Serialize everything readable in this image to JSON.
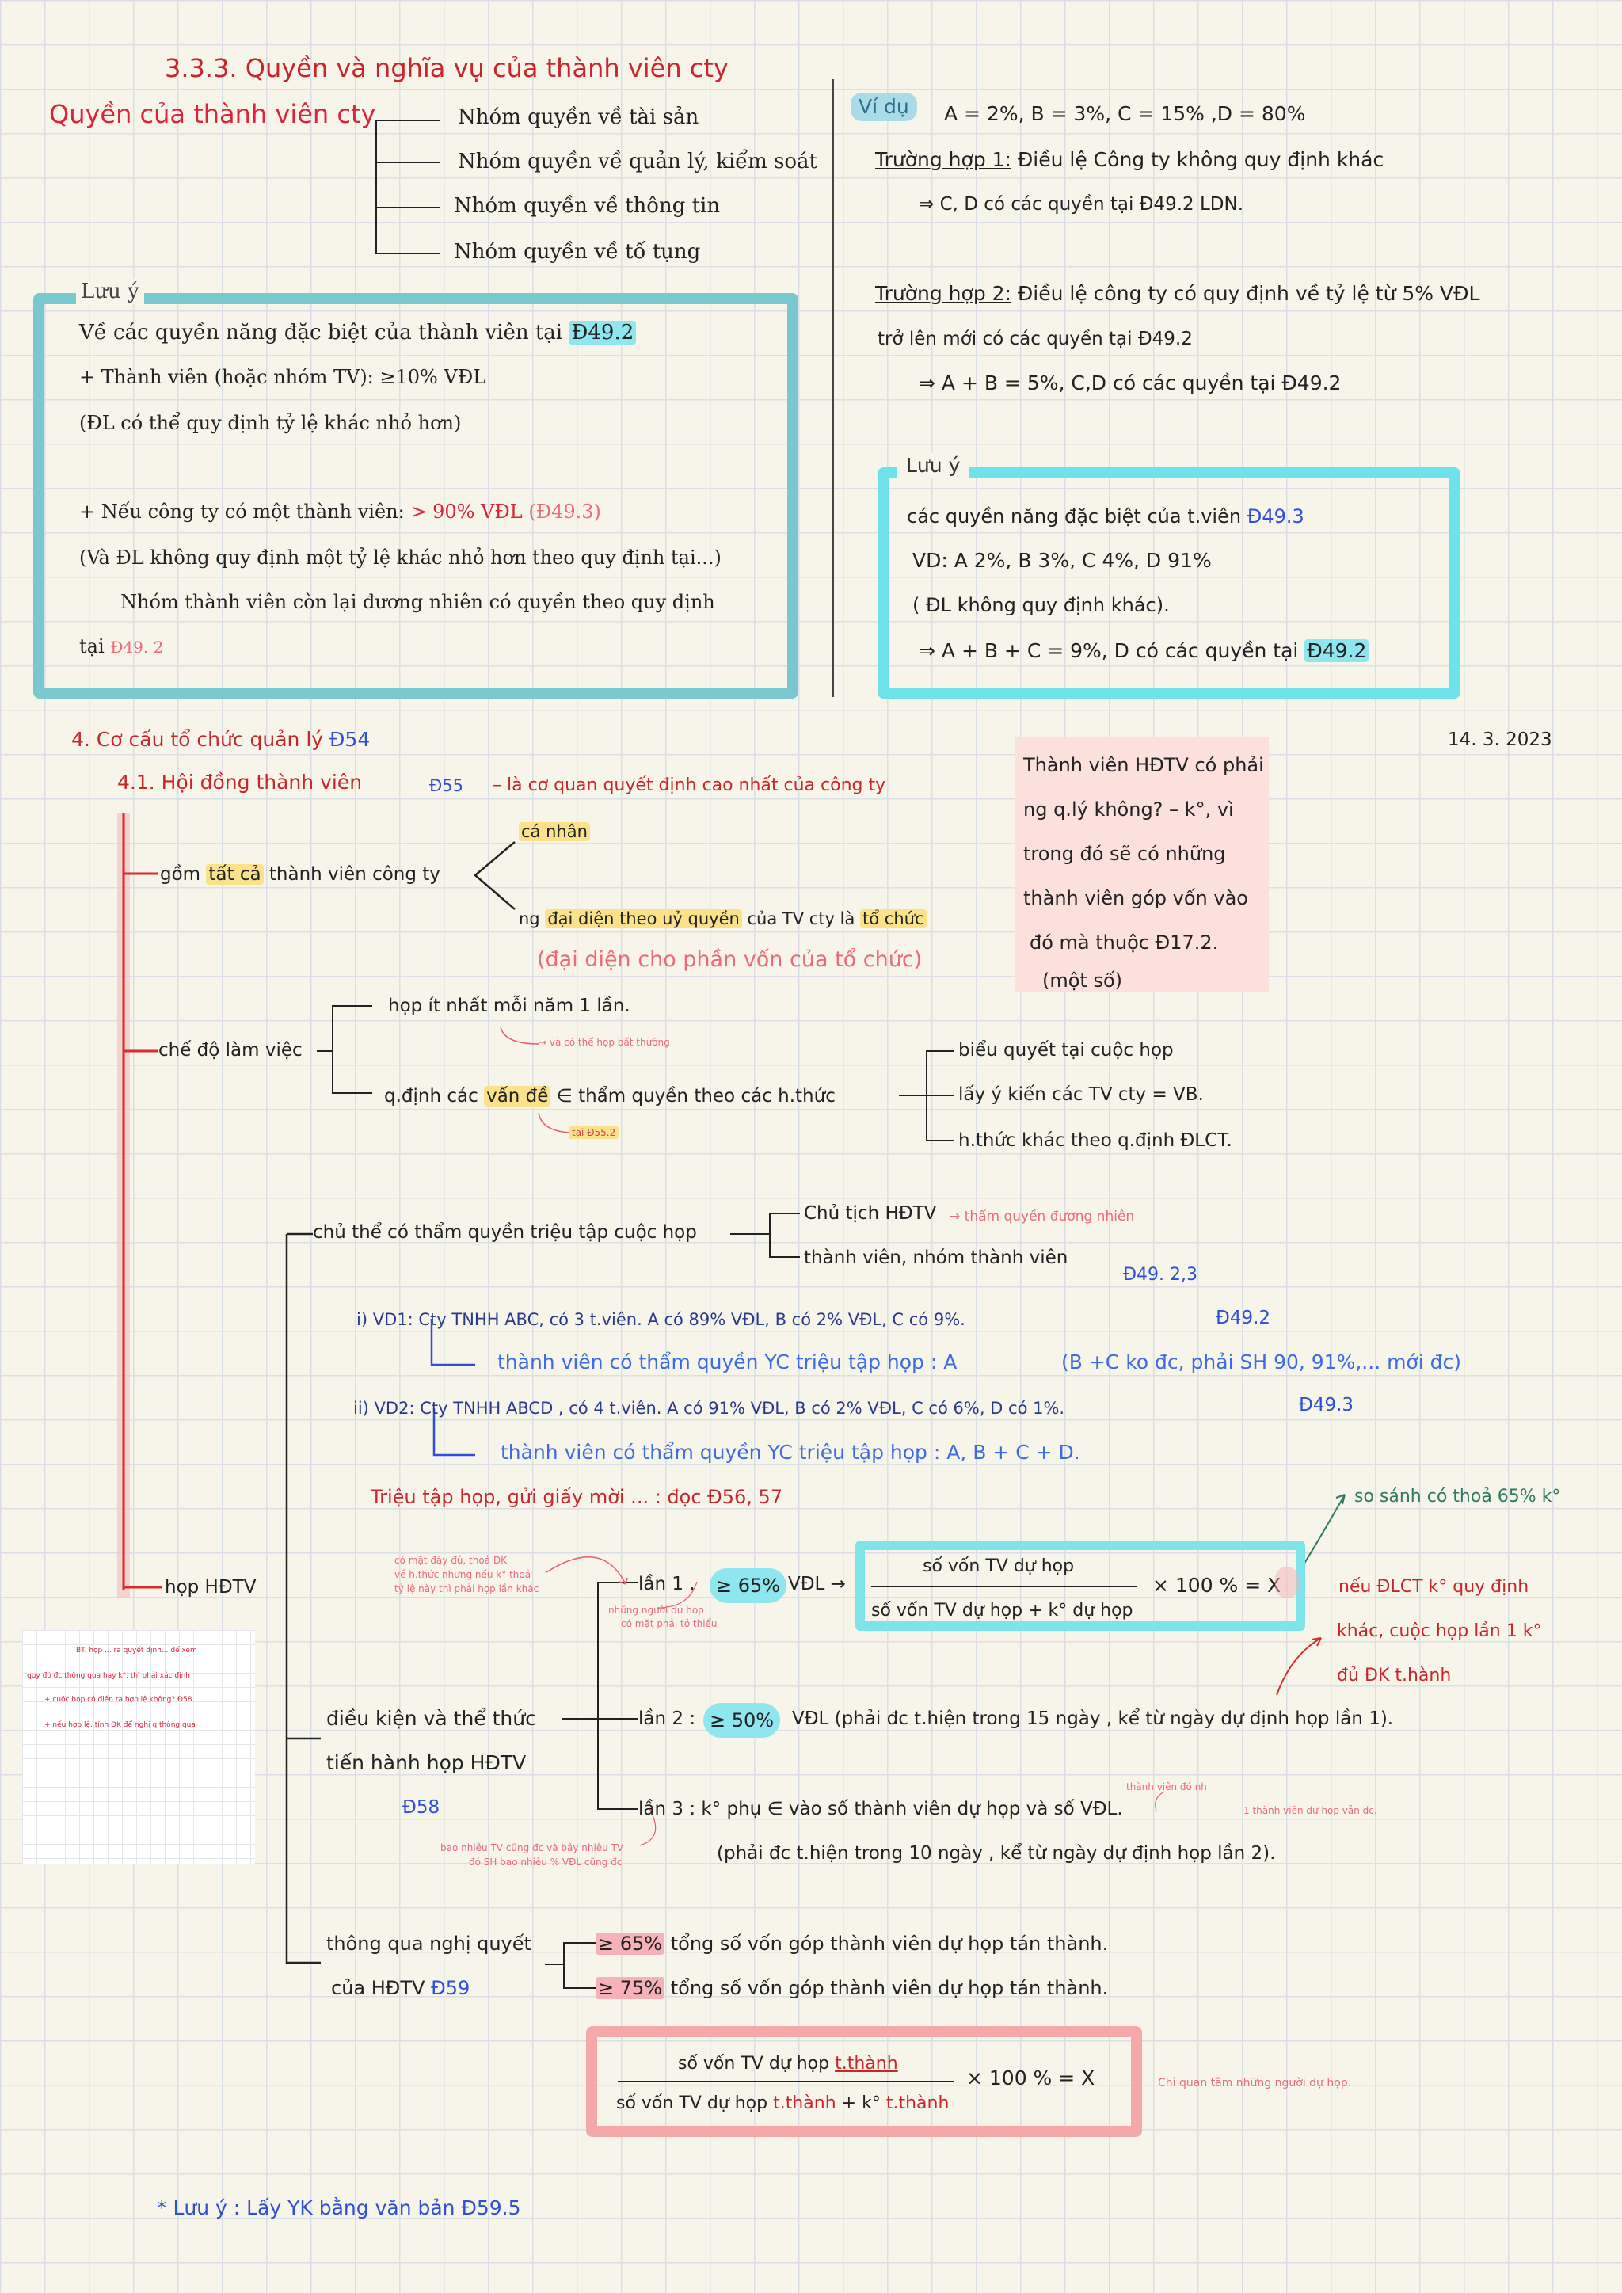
{
  "top": {
    "section_title": "3.3.3.  Quyền và nghĩa vụ của thành viên cty",
    "rights_title": "Quyền của thành viên cty",
    "rights_groups": [
      "Nhóm quyền về tài sản",
      "Nhóm quyền về quản lý, kiểm soát",
      "Nhóm quyền về thông tin",
      "Nhóm quyền về tố tụng"
    ],
    "note_box": {
      "label": "Lưu ý",
      "line1_prefix": "Về các quyền năng đặc biệt của thành viên tại",
      "line1_ref": "Đ49.2",
      "line2_prefix": "+ Thành viên (hoặc nhóm TV):",
      "line2_value": "≥10% VĐL",
      "line3": "(ĐL có thể quy định tỷ lệ khác nhỏ hơn)",
      "line4_prefix": "+  Nếu công ty có một thành viên:",
      "line4_value": "> 90% VĐL",
      "line4_ref": "(Đ49.3)",
      "line5": "(Và ĐL không quy định một tỷ lệ khác nhỏ hơn theo quy định tại...)",
      "line6": "Nhóm thành viên còn lại đương nhiên có quyền theo quy định",
      "line7_prefix": "tại",
      "line7_ref": "Đ49. 2"
    }
  },
  "example": {
    "label": "Ví dụ",
    "values": "A = 2%,   B = 3%,   C  =  15% ,D  = 80%",
    "case1_label": "Trường hợp 1:",
    "case1_text": "Điều lệ Công ty không quy định khác",
    "case1_result": "⇒  C, D  có  các  quyền  tại  Đ49.2  LDN.",
    "case2_label": "Trường hợp 2:",
    "case2_text": "Điều lệ công ty có quy định về tỷ lệ từ  5% VĐL",
    "case2_text2": "trở lên mới có các quyền tại Đ49.2",
    "case2_result": "⇒  A + B  =  5%,    C,D có các quyền tại Đ49.2",
    "note_label": "Lưu ý",
    "note_line1_prefix": "các  quyền  năng  đặc  biệt  của  t.viên",
    "note_line1_ref": "Đ49.3",
    "note_line2": "VD:   A   2%,   B  3%,   C 4%,   D  91%",
    "note_line3": "( ĐL  không  quy  định  khác).",
    "note_line4_prefix": "⇒  A + B + C  = 9%,   D có  các  quyền  tại",
    "note_line4_ref": "Đ49.2"
  },
  "structure": {
    "title": "4. Cơ cấu tổ chức quản lý",
    "title_ref": "Đ54",
    "date": "14. 3. 2023",
    "sub_title": "4.1. Hội đồng thành viên",
    "sub_ref": "Đ55",
    "sub_desc": "– là cơ quan quyết định cao nhất của công ty",
    "members_prefix": "gồm",
    "members_hl": "tất cả",
    "members_suffix": "thành  viên  công  ty",
    "member_type1": "cá nhân",
    "member_type2_a": "ng",
    "member_type2_hl": "đại diện theo uỷ quyền",
    "member_type2_b": "của TV cty là",
    "member_type2_hl2": "tổ chức",
    "member_type2_note": "(đại diện cho phần vốn của tổ chức)",
    "sticky_note": [
      "Thành viên HĐTV có phải",
      "ng q.lý không? – k°, vì",
      "trong đó sẽ có những",
      "thành viên góp vốn vào",
      "đó mà thuộc Đ17.2.",
      "(một số)"
    ],
    "work_mode": "chế  độ  làm  việc",
    "work_mode1": "họp  ít  nhất  mỗi  năm  1 lần.",
    "work_mode1_note": "→ và có thể họp bất thường",
    "work_mode2_prefix": "q.định  các",
    "work_mode2_hl": "vấn  đề",
    "work_mode2_suffix": "∈  thẩm  quyền  theo  các   h.thức",
    "work_mode2_note": "tại Đ55.2",
    "forms": [
      "biểu  quyết  tại  cuộc  họp",
      "lấy  ý  kiến  các  TV cty  =  VB.",
      "h.thức  khác  theo  q.định  ĐLCT."
    ]
  },
  "meeting": {
    "convener_label": "chủ  thể  có  thẩm  quyền  triệu  tập  cuộc  họp",
    "convener1": "Chủ  tịch  HĐTV",
    "convener1_note": "→ thẩm quyền đương nhiên",
    "convener2": "thành  viên,  nhóm  thành  viên",
    "convener_ref": "Đ49. 2,3",
    "vd1_label": "i)   VD1:",
    "vd1_text": "Cty  TNHH   ABC,  có  3 t.viên.   A  có  89% VĐL,   B  có  2% VĐL,   C  có   9%.",
    "vd1_ref": "Đ49.2",
    "vd1_result": "thành  viên  có  thẩm  quyền   YC  triệu  tập  họp  :   A",
    "vd1_note": "(B +C ko đc, phải SH 90, 91%,... mới đc)",
    "vd2_label": "ii)   VD2:",
    "vd2_text": "Cty  TNHH  ABCD ,  có 4 t.viên.   A  có  91%  VĐL,   B  có  2% VĐL,   C  có   6%,   D  có   1%.",
    "vd2_ref": "Đ49.3",
    "vd2_result": "thành  viên  có  thẩm  quyền   YC  triệu  tập  họp  :   A,     B + C + D.",
    "invite": "Triệu  tập  họp,  gửi  giấy  mời ...   :  đọc  Đ56, 57",
    "hop_label": "họp   HĐTV",
    "left_note": [
      "có mặt đầy đủ, thoả ĐK",
      "về h.thức nhưng nếu k° thoả",
      "tỷ lệ này thì phải họp lần khác"
    ],
    "cond_label1": "điều  kiện  và  thể  thức",
    "cond_label2": "tiến  hành  họp  HĐTV",
    "cond_ref": "Đ58",
    "lan1": "lần 1 .",
    "lan1_pct": "≥ 65%",
    "lan1_unit": "VĐL →",
    "lan1_note1": "những người dự họp",
    "lan1_note2": "có mặt phải tỏ thiểu",
    "frac1_num": "số  vốn  TV  dự  họp",
    "frac1_den": "số  vốn  TV dự họp  +  k°  dự  họp",
    "frac1_rhs": "× 100 %  =   X",
    "compare_note": "so  sánh  có  thoả  65%  k°",
    "lan1_right1": "nếu  ĐLCT  k°  quy  định",
    "lan1_right2": "khác, cuộc  họp  lần  1  k°",
    "lan1_right3": "đủ  ĐK  t.hành",
    "lan2": "lần  2 :",
    "lan2_pct": "≥ 50%",
    "lan2_text": "VĐL    (phải  đc  t.hiện  trong  15 ngày ,   kể  từ  ngày  dự  định  họp  lần  1).",
    "lan3_text": "lần  3 :   k°  phụ  ∈  vào  số  thành  viên  dự  họp  và  số   VĐL.",
    "lan3_text2": "(phải  đc  t.hiện  trong  10  ngày ,   kể  từ  ngày  dự  định  họp  lần  2).",
    "lan3_note_top": "thành viên đó nh",
    "lan3_note_right": "1 thành viên dự họp vẫn đc.",
    "lan3_note_left1": "bao nhiêu TV cũng đc  và bây nhiêu TV",
    "lan3_note_left2": "đó SH bao nhiêu % VĐL cũng đc",
    "resolve_label1": "thông  qua  nghị  quyết",
    "resolve_label2": "của  HĐTV",
    "resolve_ref": "Đ59",
    "resolve1_pct": "≥ 65%",
    "resolve1_text": "tổng  số  vốn  góp  thành  viên  dự  họp  tán  thành.",
    "resolve2_pct": "≥ 75%",
    "resolve2_text": "tổng  số  vốn  góp  thành  viên  dự  họp  tán  thành.",
    "frac2_num_a": "số  vốn  TV  dự  họp",
    "frac2_num_b": "t.thành",
    "frac2_den_a": "số  vốn  TV  dự  họp",
    "frac2_den_b": "t.thành",
    "frac2_den_c": "+  k°",
    "frac2_den_d": "t.thành",
    "frac2_rhs": "× 100 %  =   X",
    "frac2_note": "Chỉ quan tâm những người dự họp.",
    "final_note": "*  Lưu ý :  Lấy  YK  bằng  văn  bản  Đ59.5"
  },
  "thumbnail": {
    "lines": [
      "BT.  họp ... ra quyết định... để xem",
      "quy  đó  đc  thông  qua  hay  k°,  thì  phải  xác  định",
      "+  cuộc  họp  có  điền  ra  hợp  lệ  không?    Đ58",
      "+  nếu  hợp  lệ,  tính  ĐK  để  nghị  q  thông  qua"
    ]
  }
}
